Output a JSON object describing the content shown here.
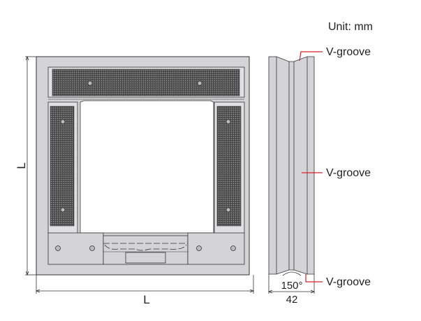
{
  "unit_label": "Unit: mm",
  "front_view": {
    "height_label": "L",
    "width_label": "L"
  },
  "side_view": {
    "callouts": [
      "V-groove",
      "V-groove",
      "V-groove"
    ],
    "angle_label": "150°",
    "width_label": "42"
  },
  "colors": {
    "body": "#d4d4d6",
    "mesh": "#5a5a5a",
    "outline": "#333333",
    "leader": "#d9222a"
  }
}
